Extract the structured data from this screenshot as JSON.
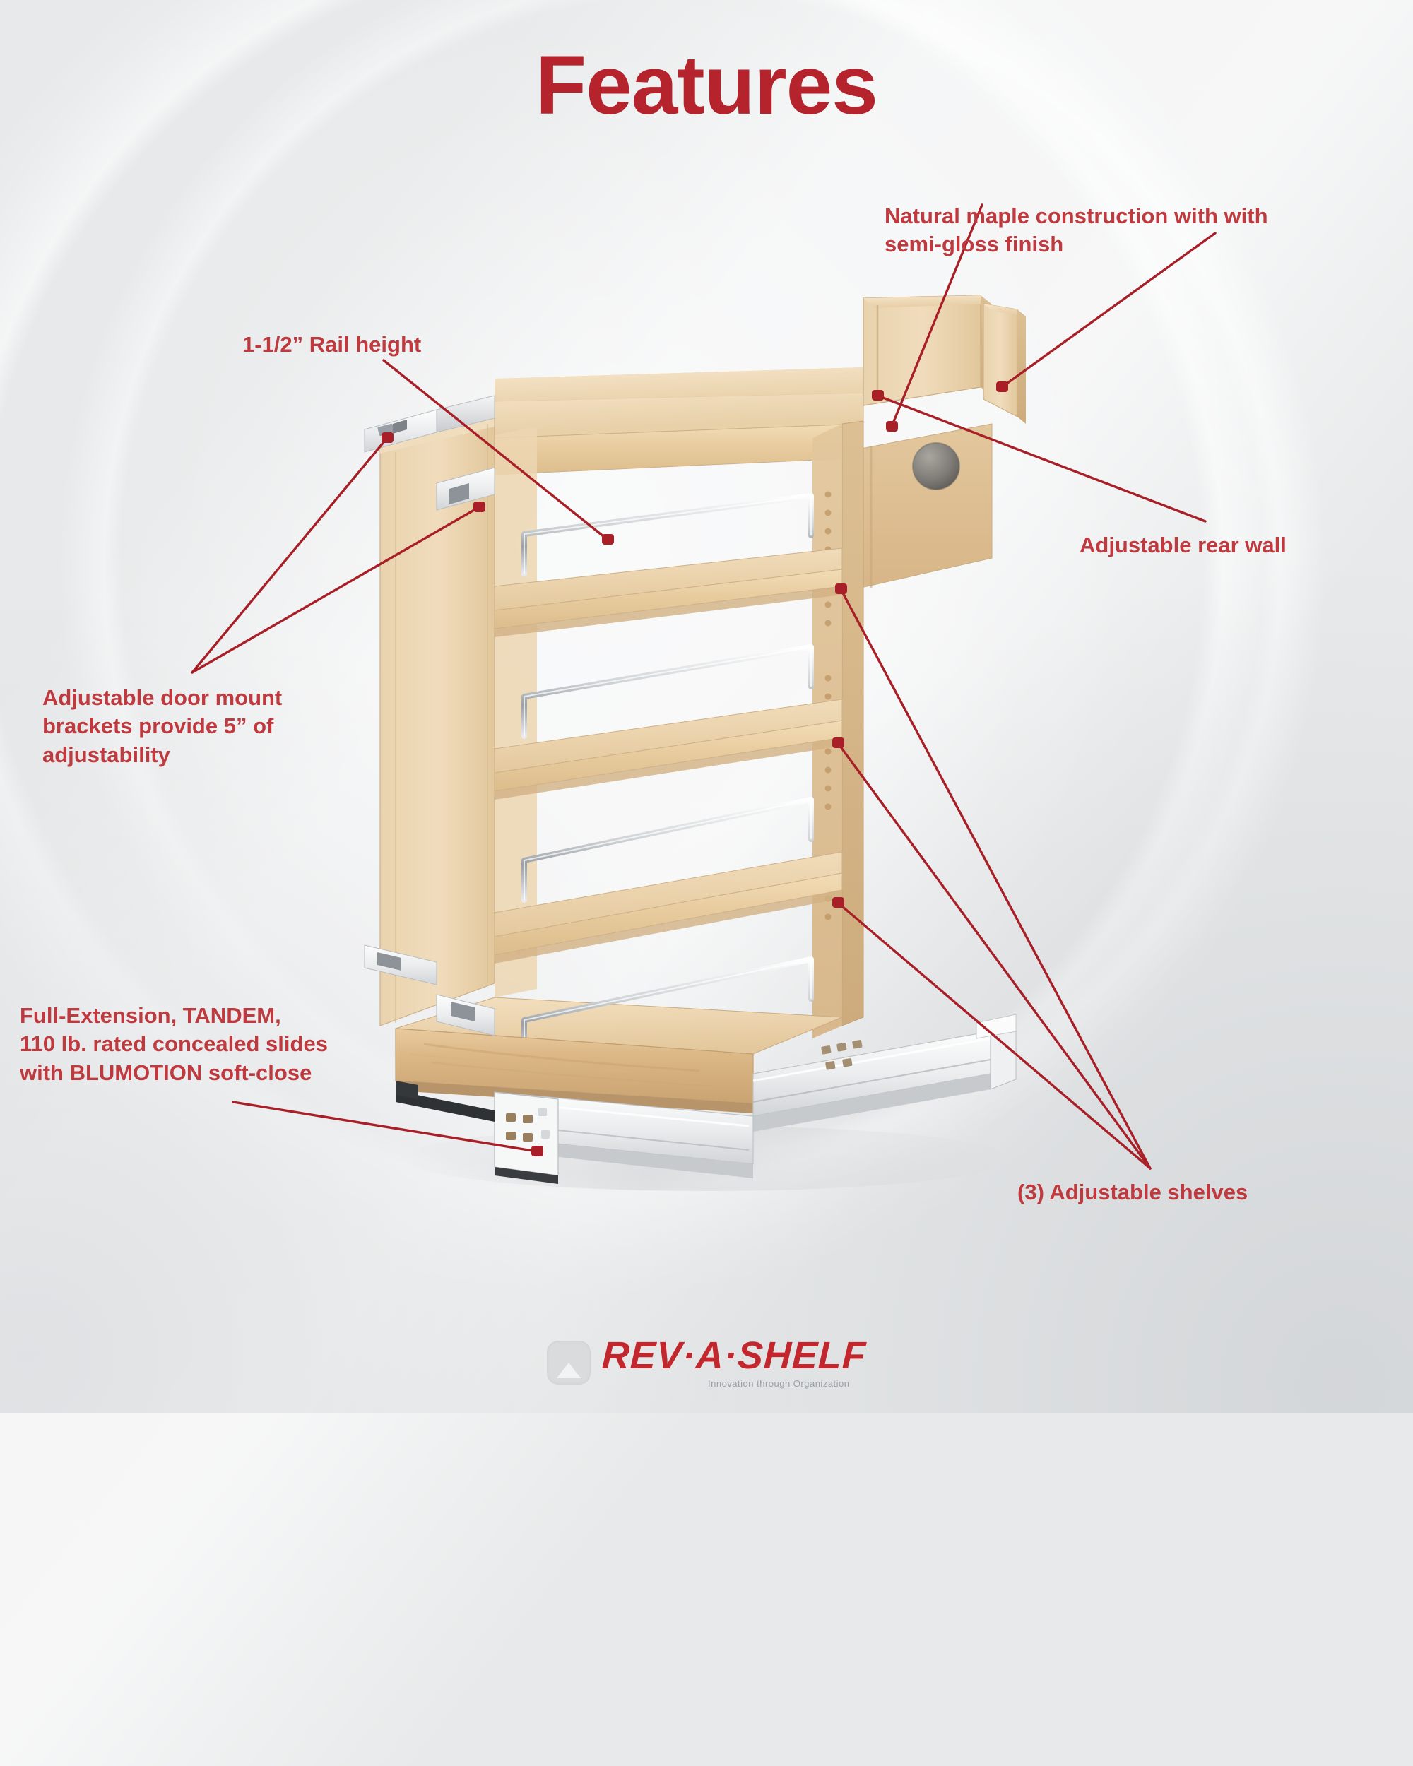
{
  "page": {
    "title": "Features",
    "accent_red": "#b5232c",
    "label_red": "#bf3a3f",
    "background": "#e7e9ea"
  },
  "callouts": [
    {
      "id": "maple",
      "text": "Natural maple construction with with\nsemi-gloss finish"
    },
    {
      "id": "rear_wall",
      "text": "Adjustable rear wall"
    },
    {
      "id": "rail_height",
      "text": "1-1/2” Rail height"
    },
    {
      "id": "door_brackets",
      "text": "Adjustable door mount\nbrackets provide 5” of\nadjustability"
    },
    {
      "id": "slides",
      "text": "Full-Extension, TANDEM,\n110 lb. rated concealed slides\nwith BLUMOTION soft-close"
    },
    {
      "id": "shelves",
      "text": "(3) Adjustable shelves"
    }
  ],
  "product": {
    "name": "base-cabinet-pull-out-organizer",
    "material": "natural maple",
    "shelf_count": 3,
    "rail_finish": "chrome"
  },
  "logo": {
    "wordmark": "REV·A·SHELF",
    "tagline": "Innovation through Organization"
  }
}
